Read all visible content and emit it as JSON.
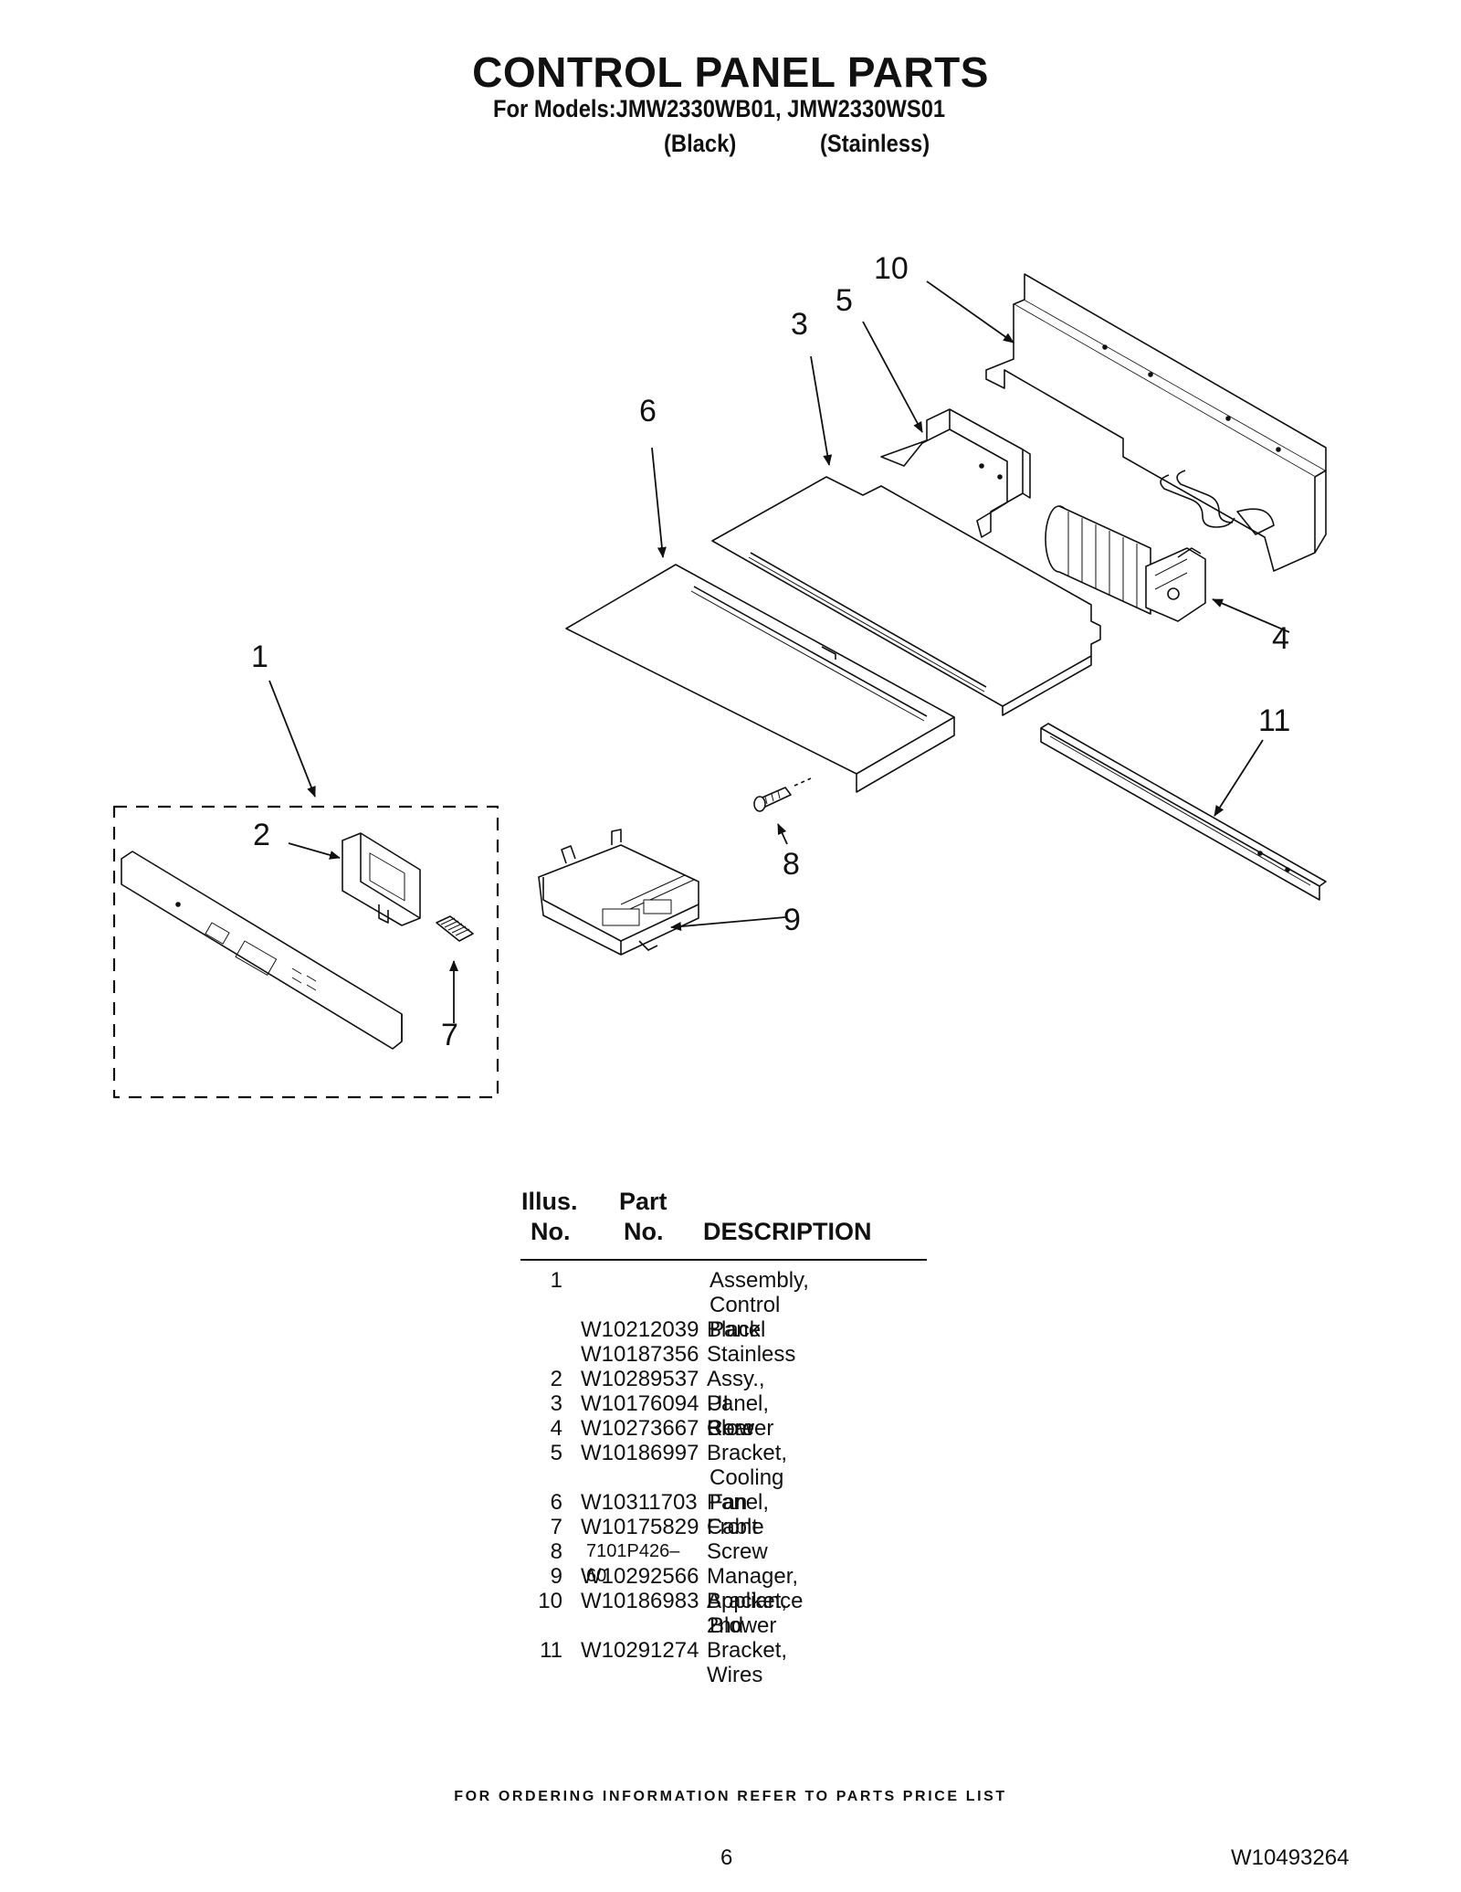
{
  "header": {
    "title": "CONTROL PANEL PARTS",
    "models": "For Models:JMW2330WB01, JMW2330WS01",
    "finish_black": "(Black)",
    "finish_stainless": "(Stainless)"
  },
  "callouts": [
    "1",
    "2",
    "3",
    "4",
    "5",
    "6",
    "7",
    "8",
    "9",
    "10",
    "11"
  ],
  "table": {
    "col_illus_line1": "Illus.",
    "col_illus_line2": "No.",
    "col_part_line1": "Part",
    "col_part_line2": "No.",
    "col_description": "DESCRIPTION",
    "rows": [
      {
        "illus": "1",
        "part": "",
        "desc": "Assembly,"
      },
      {
        "illus": "",
        "part": "",
        "desc": "Control Panel"
      },
      {
        "illus": "",
        "part": "W10212039",
        "desc": "Black"
      },
      {
        "illus": "",
        "part": "W10187356",
        "desc": "Stainless"
      },
      {
        "illus": "2",
        "part": "W10289537",
        "desc": "Assy., UI Core"
      },
      {
        "illus": "3",
        "part": "W10176094",
        "desc": "Panel, Rear"
      },
      {
        "illus": "4",
        "part": "W10273667",
        "desc": "Blower"
      },
      {
        "illus": "5",
        "part": "W10186997",
        "desc": "Bracket,"
      },
      {
        "illus": "",
        "part": "",
        "desc": "Cooling Fan"
      },
      {
        "illus": "6",
        "part": "W10311703",
        "desc": "Panel, Front"
      },
      {
        "illus": "7",
        "part": "W10175829",
        "desc": "Cable"
      },
      {
        "illus": "8",
        "part": "7101P426–60",
        "desc": "Screw"
      },
      {
        "illus": "9",
        "part": "W10292566",
        "desc": "Manager, Appliance"
      },
      {
        "illus": "10",
        "part": "W10186983",
        "desc": "Bracket, 2nd"
      },
      {
        "illus": "",
        "part": "",
        "desc": "Blower"
      },
      {
        "illus": "11",
        "part": "W10291274",
        "desc": "Bracket, Wires"
      }
    ]
  },
  "footer": {
    "ordering_note": "FOR ORDERING INFORMATION REFER TO PARTS PRICE LIST",
    "page_number": "6",
    "document_number": "W10493264"
  }
}
